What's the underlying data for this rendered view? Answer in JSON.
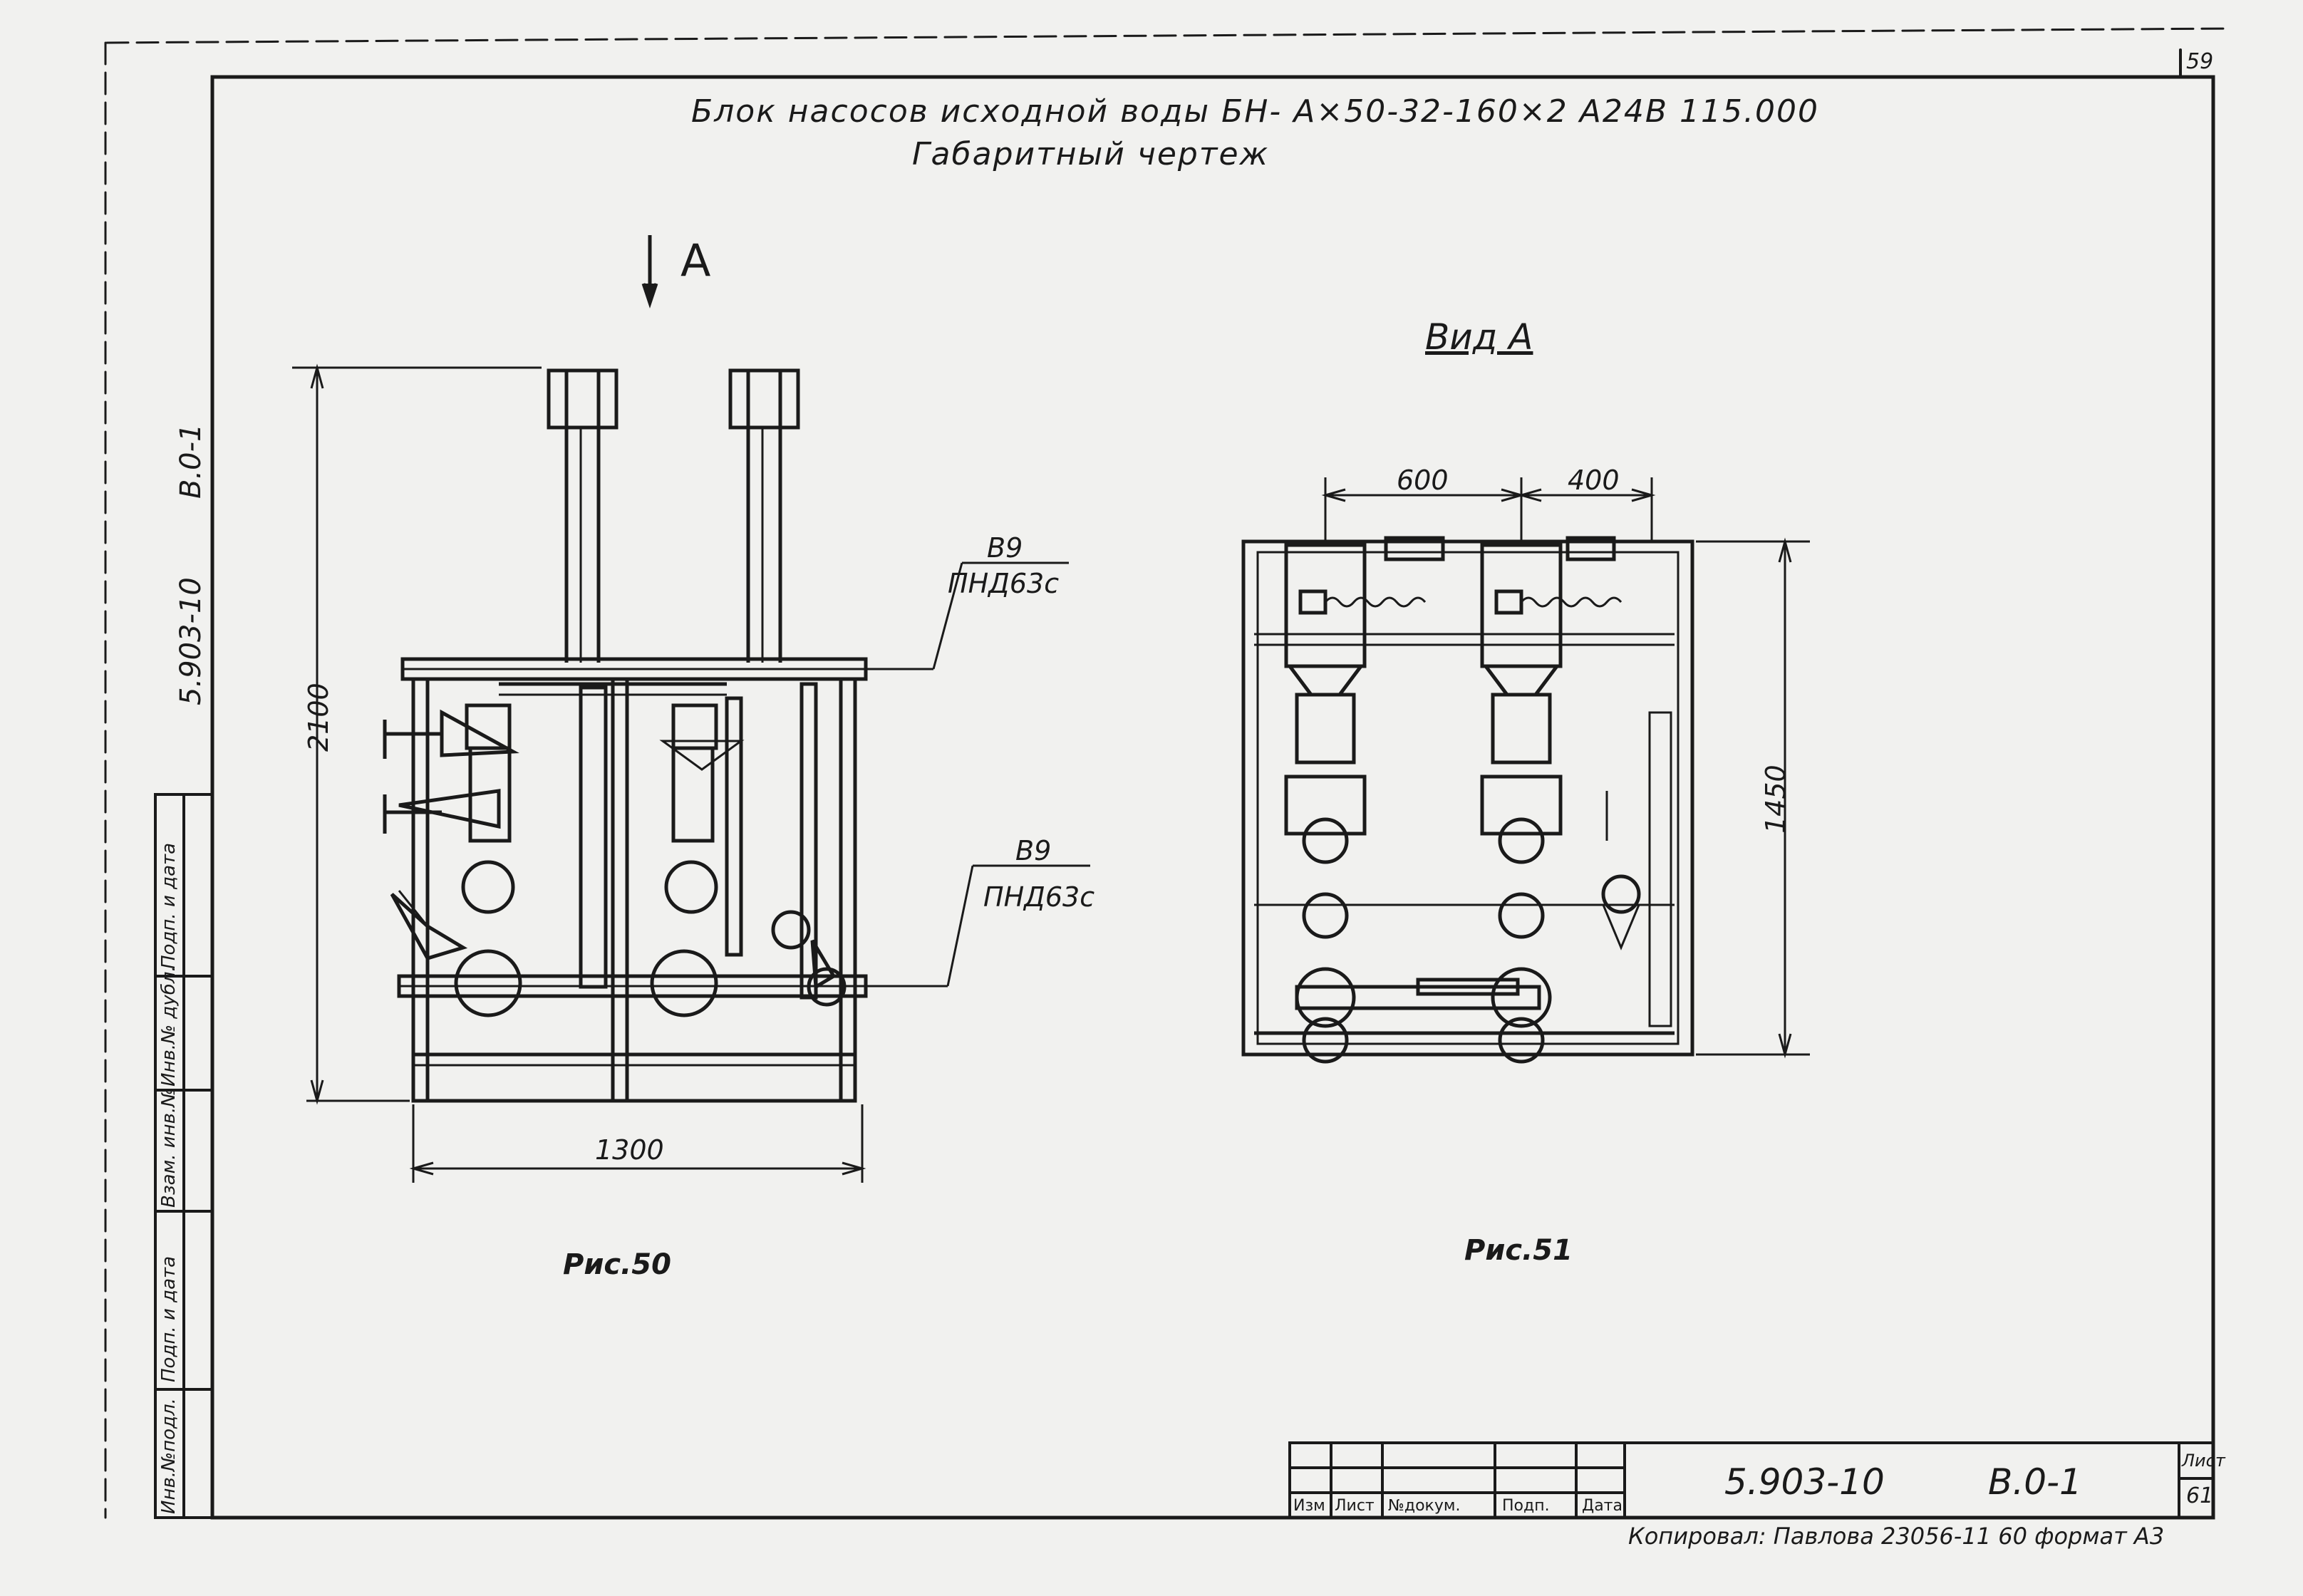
{
  "title": {
    "line1": "Блок насосов исходной воды БН- А×50-32-160×2 А24В 115.000",
    "line2": "Габаритный чертеж"
  },
  "corner_sheet_number": "59",
  "fig50": {
    "view_arrow_label": "А",
    "height_dim": "2100",
    "width_dim": "1300",
    "callout_top": {
      "line1": "В9",
      "line2": "ПНД63с"
    },
    "callout_bottom": {
      "line1": "В9",
      "line2": "ПНД63с"
    },
    "caption": "Рис.50"
  },
  "fig51": {
    "view_label": "Вид А",
    "dim_left": "600",
    "dim_right": "400",
    "height_dim": "1450",
    "caption": "Рис.51"
  },
  "left_margin": {
    "doc_code": "5.903-10",
    "doc_page": "В.0-1",
    "stamp_cols": [
      "Инв.№подл.",
      "Подп. и дата",
      "Взам. инв.№",
      "Инв.№ дубл.",
      "Подп. и дата"
    ]
  },
  "title_block": {
    "doc_code": "5.903-10",
    "doc_page": "В.0-1",
    "headers": [
      "Изм",
      "Лист",
      "№докум.",
      "Подп.",
      "Дата"
    ],
    "sheet_label": "Лист",
    "sheet_value": "61"
  },
  "footer": {
    "copied_by": "Копировал: Павлова 23056-11 60 формат А3"
  }
}
